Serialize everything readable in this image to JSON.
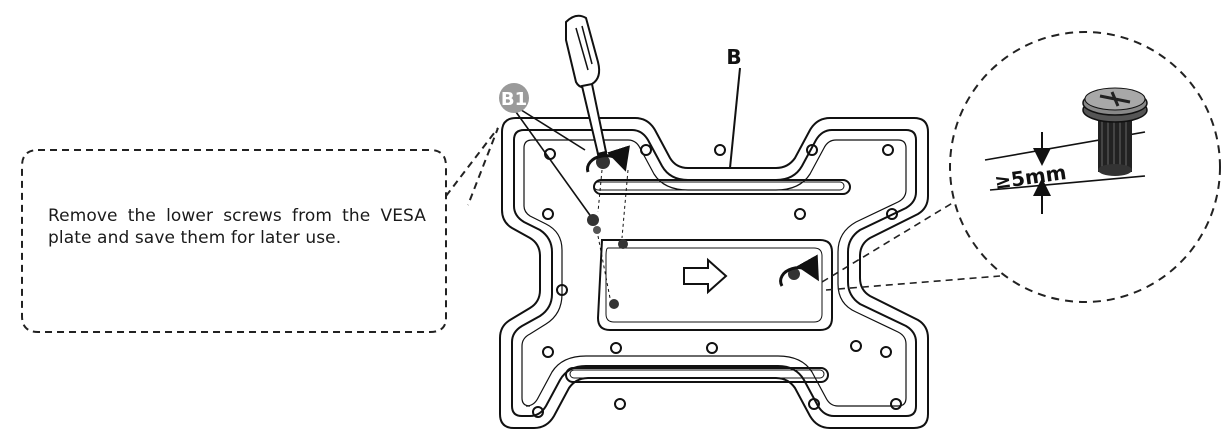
{
  "instruction": {
    "text": "Remove the lower screws from the VESA plate and save them for later use."
  },
  "labels": {
    "plate": "B",
    "screw": "B1",
    "measurement": "≥5mm"
  },
  "icons": [
    "screwdriver-icon",
    "rotate-counterclockwise-icon",
    "arrow-right-icon",
    "screw-icon"
  ],
  "colors": {
    "line": "#111111",
    "badge": "#9a9a9a",
    "background": "#ffffff"
  }
}
